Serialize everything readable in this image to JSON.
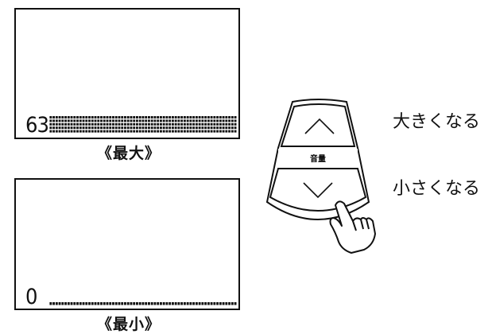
{
  "displays": [
    {
      "id": "max",
      "level_text": "63",
      "level": 63,
      "max_level": 63,
      "caption": "《最大》"
    },
    {
      "id": "min",
      "level_text": "0",
      "level": 0,
      "max_level": 63,
      "caption": "《最小》"
    }
  ],
  "remote": {
    "center_label": "音量",
    "up_icon": "chevron-up-icon",
    "down_icon": "chevron-down-icon",
    "hand_icon": "pointing-hand-icon"
  },
  "labels": {
    "up": "大きくなる",
    "down": "小さくなる"
  }
}
